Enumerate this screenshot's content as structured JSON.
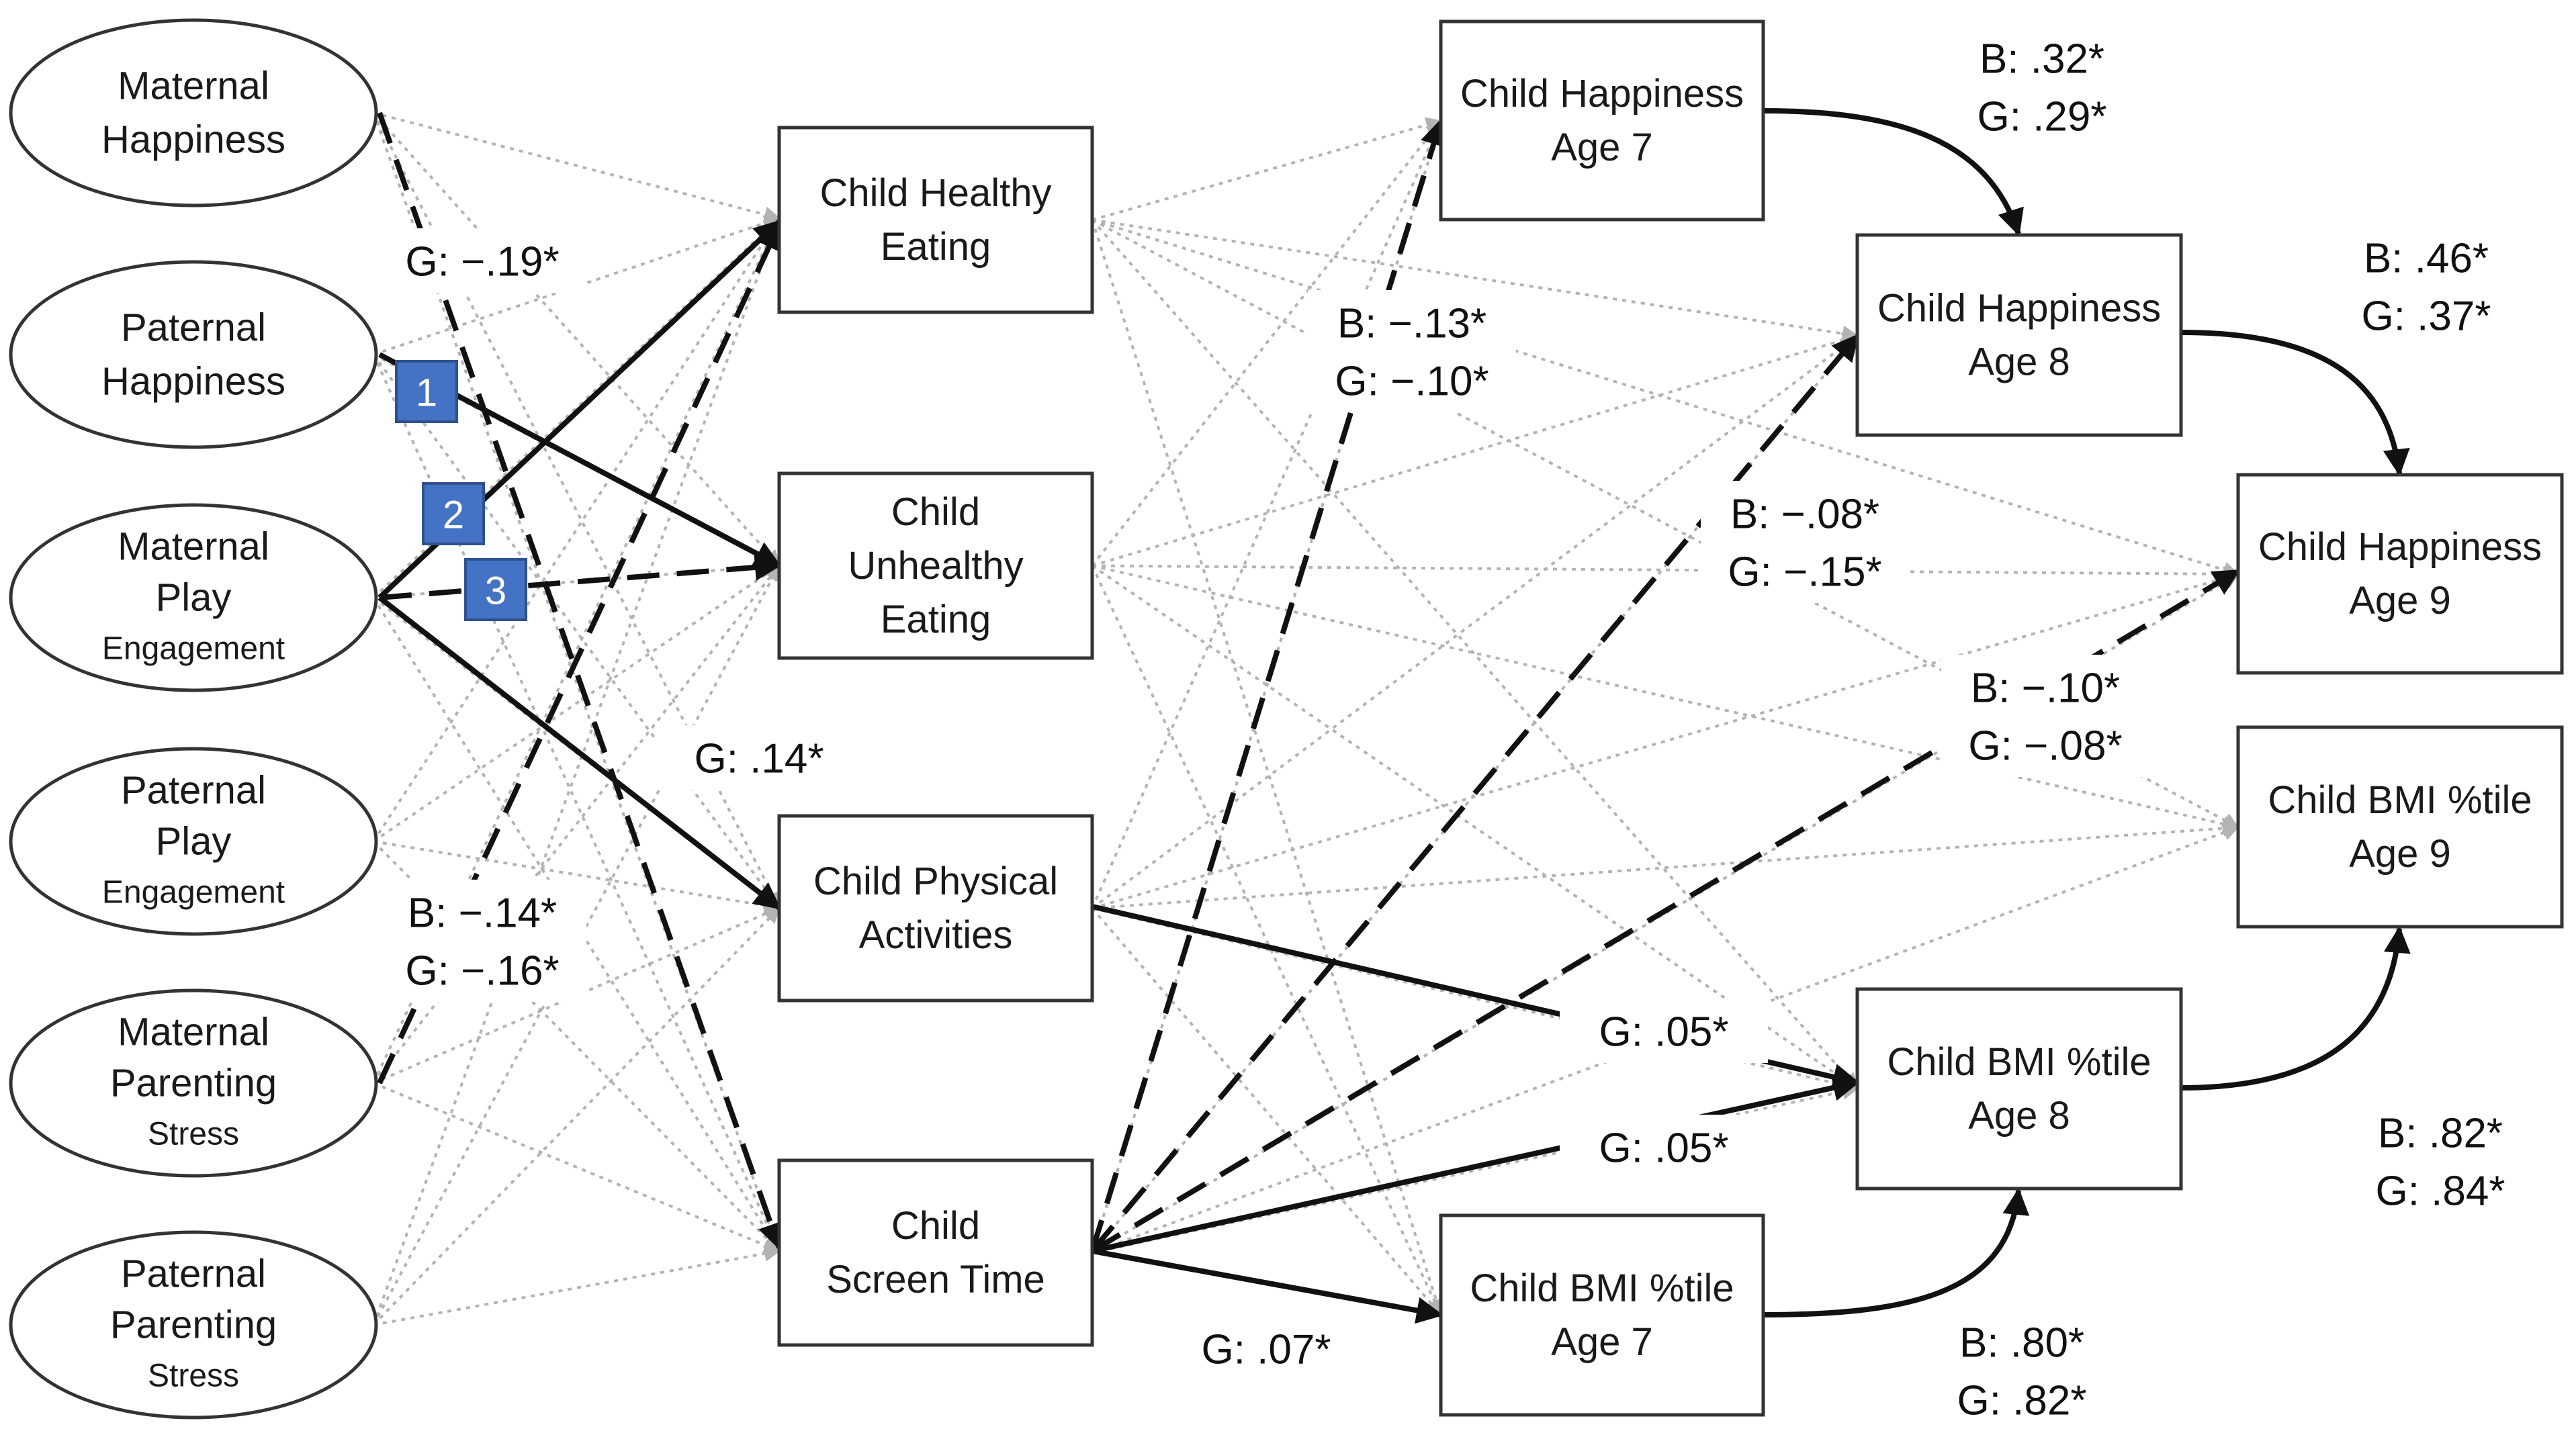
{
  "colors": {
    "background": "#ffffff",
    "node_border": "#333333",
    "strong_path": "#111111",
    "faint_path": "#b3b3b3",
    "badge_fill": "#4472c4",
    "badge_border": "#2f528f"
  },
  "predictors": [
    {
      "id": "maternal-happiness",
      "lines": [
        "Maternal",
        "Happiness"
      ]
    },
    {
      "id": "paternal-happiness",
      "lines": [
        "Paternal",
        "Happiness"
      ]
    },
    {
      "id": "maternal-play-engagement",
      "lines": [
        "Maternal",
        "Play",
        "Engagement"
      ]
    },
    {
      "id": "paternal-play-engagement",
      "lines": [
        "Paternal",
        "Play",
        "Engagement"
      ]
    },
    {
      "id": "maternal-parenting-stress",
      "lines": [
        "Maternal",
        "Parenting",
        "Stress"
      ]
    },
    {
      "id": "paternal-parenting-stress",
      "lines": [
        "Paternal",
        "Parenting",
        "Stress"
      ]
    }
  ],
  "mediators": [
    {
      "id": "child-healthy-eating",
      "lines": [
        "Child Healthy",
        "Eating"
      ]
    },
    {
      "id": "child-unhealthy-eating",
      "lines": [
        "Child",
        "Unhealthy",
        "Eating"
      ]
    },
    {
      "id": "child-physical-activities",
      "lines": [
        "Child Physical",
        "Activities"
      ]
    },
    {
      "id": "child-screen-time",
      "lines": [
        "Child",
        "Screen Time"
      ]
    }
  ],
  "outcomes": [
    {
      "id": "child-happiness-age-7",
      "lines": [
        "Child Happiness",
        "Age 7"
      ]
    },
    {
      "id": "child-happiness-age-8",
      "lines": [
        "Child Happiness",
        "Age 8"
      ]
    },
    {
      "id": "child-happiness-age-9",
      "lines": [
        "Child Happiness",
        "Age 9"
      ]
    },
    {
      "id": "child-bmi-age-9",
      "lines": [
        "Child BMI %tile",
        "Age 9"
      ]
    },
    {
      "id": "child-bmi-age-8",
      "lines": [
        "Child BMI %tile",
        "Age 8"
      ]
    },
    {
      "id": "child-bmi-age-7",
      "lines": [
        "Child BMI %tile",
        "Age 7"
      ]
    }
  ],
  "path_labels": [
    {
      "id": "g-019",
      "lines": [
        "G: −.19*"
      ]
    },
    {
      "id": "g-014",
      "lines": [
        "G: .14*"
      ]
    },
    {
      "id": "bg-maternal-stress",
      "lines": [
        "B: −.14*",
        "G: −.16*"
      ]
    },
    {
      "id": "bg-screen-happy7",
      "lines": [
        "B: −.13*",
        "G: −.10*"
      ]
    },
    {
      "id": "bg-screen-happy8",
      "lines": [
        "B: −.08*",
        "G: −.15*"
      ]
    },
    {
      "id": "bg-screen-happy9",
      "lines": [
        "B: −.10*",
        "G: −.08*"
      ]
    },
    {
      "id": "g-005-physical",
      "lines": [
        "G: .05*"
      ]
    },
    {
      "id": "g-005-screen",
      "lines": [
        "G: .05*"
      ]
    },
    {
      "id": "g-007",
      "lines": [
        "G: .07*"
      ]
    },
    {
      "id": "bg-happy7-8",
      "lines": [
        "B: .32*",
        "G: .29*"
      ]
    },
    {
      "id": "bg-happy8-9",
      "lines": [
        "B: .46*",
        "G: .37*"
      ]
    },
    {
      "id": "bg-bmi8-9",
      "lines": [
        "B: .82*",
        "G: .84*"
      ]
    },
    {
      "id": "bg-bmi7-8",
      "lines": [
        "B: .80*",
        "G: .82*"
      ]
    }
  ],
  "badges": [
    {
      "id": "badge-1",
      "label": "1"
    },
    {
      "id": "badge-2",
      "label": "2"
    },
    {
      "id": "badge-3",
      "label": "3"
    }
  ]
}
